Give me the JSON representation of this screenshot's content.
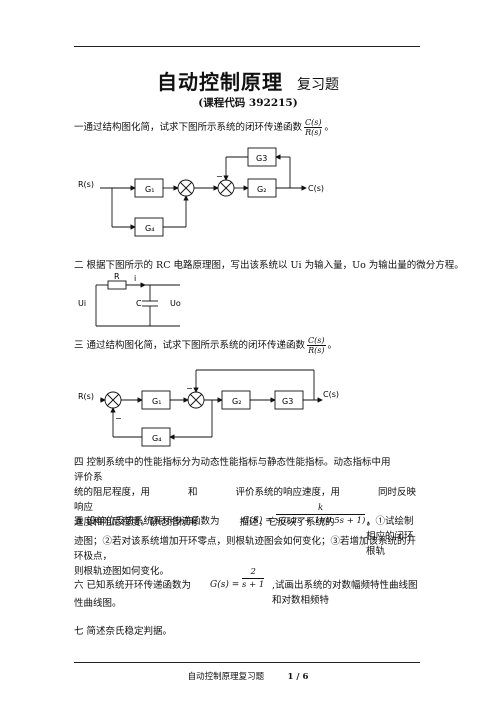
{
  "title": {
    "main": "自动控制原理",
    "sub": "复习题"
  },
  "course_code": "(课程代码 392215)",
  "q1": {
    "text": "一通过结构图化简，试求下图所示系统的闭环传递函数",
    "frac_num": "C(s)",
    "frac_den": "R(s)",
    "end": "。"
  },
  "diagram1": {
    "input": "R(s)",
    "output": "C(s)",
    "blocks": [
      "G₁",
      "G₂",
      "G3",
      "G₄"
    ],
    "minus": "−"
  },
  "q2": {
    "text": "二  根据下图所示的 RC 电路原理图，写出该系统以 Ui 为输入量，Uo 为输出量的微分方程。"
  },
  "circuit": {
    "r": "R",
    "i": "i",
    "c": "C",
    "ui": "Ui",
    "uo": "Uo"
  },
  "q3": {
    "text": "三  通过结构图化简，试求下图所示系统的闭环传递函数",
    "frac_num": "C(s)",
    "frac_den": "R(s)",
    "end": "。"
  },
  "diagram3": {
    "input": "R(s)",
    "output": "C(s)",
    "blocks": [
      "G₁",
      "G₂",
      "G3",
      "G₄"
    ],
    "minus": "−"
  },
  "q4": {
    "line1a": "四  控制系统中的性能指标分为动态性能指标与静态性能指标。动态指标中用",
    "line1b": "评价系",
    "line2a": "统的阻尼程度，用",
    "line2b": "和",
    "line2c": "评价系统的响应速度，用",
    "line2d": "同时反映响应",
    "line3a": "速度和阻尼程度。静态指标用",
    "line3b": "描述，它反映了系统的",
    "line3c": "。"
  },
  "q5": {
    "prefix": "五  设单位反馈系统开环传递函数为",
    "g_label": "G(S) =",
    "num": "k",
    "den": "s(0.2s + 1)(0.5s + 1)",
    "after": "，①试绘制相应的闭环根轨",
    "line2": "迹图；②若对该系统增加开环零点，则根轨迹图会如何变化；③若增加该系统的开环极点，",
    "line3": "则根轨迹图如何变化。"
  },
  "q6": {
    "prefix": "六  已知系统开环传递函数为",
    "g_label": "G(s) =",
    "num": "2",
    "den": "s + 1",
    "after": ",试画出系统的对数幅频特性曲线图和对数相频特",
    "line2": "性曲线图。"
  },
  "q7": {
    "text": "七  简述奈氏稳定判据。"
  },
  "footer": {
    "left": "自动控制原理复习题",
    "page": "1 / 6"
  }
}
